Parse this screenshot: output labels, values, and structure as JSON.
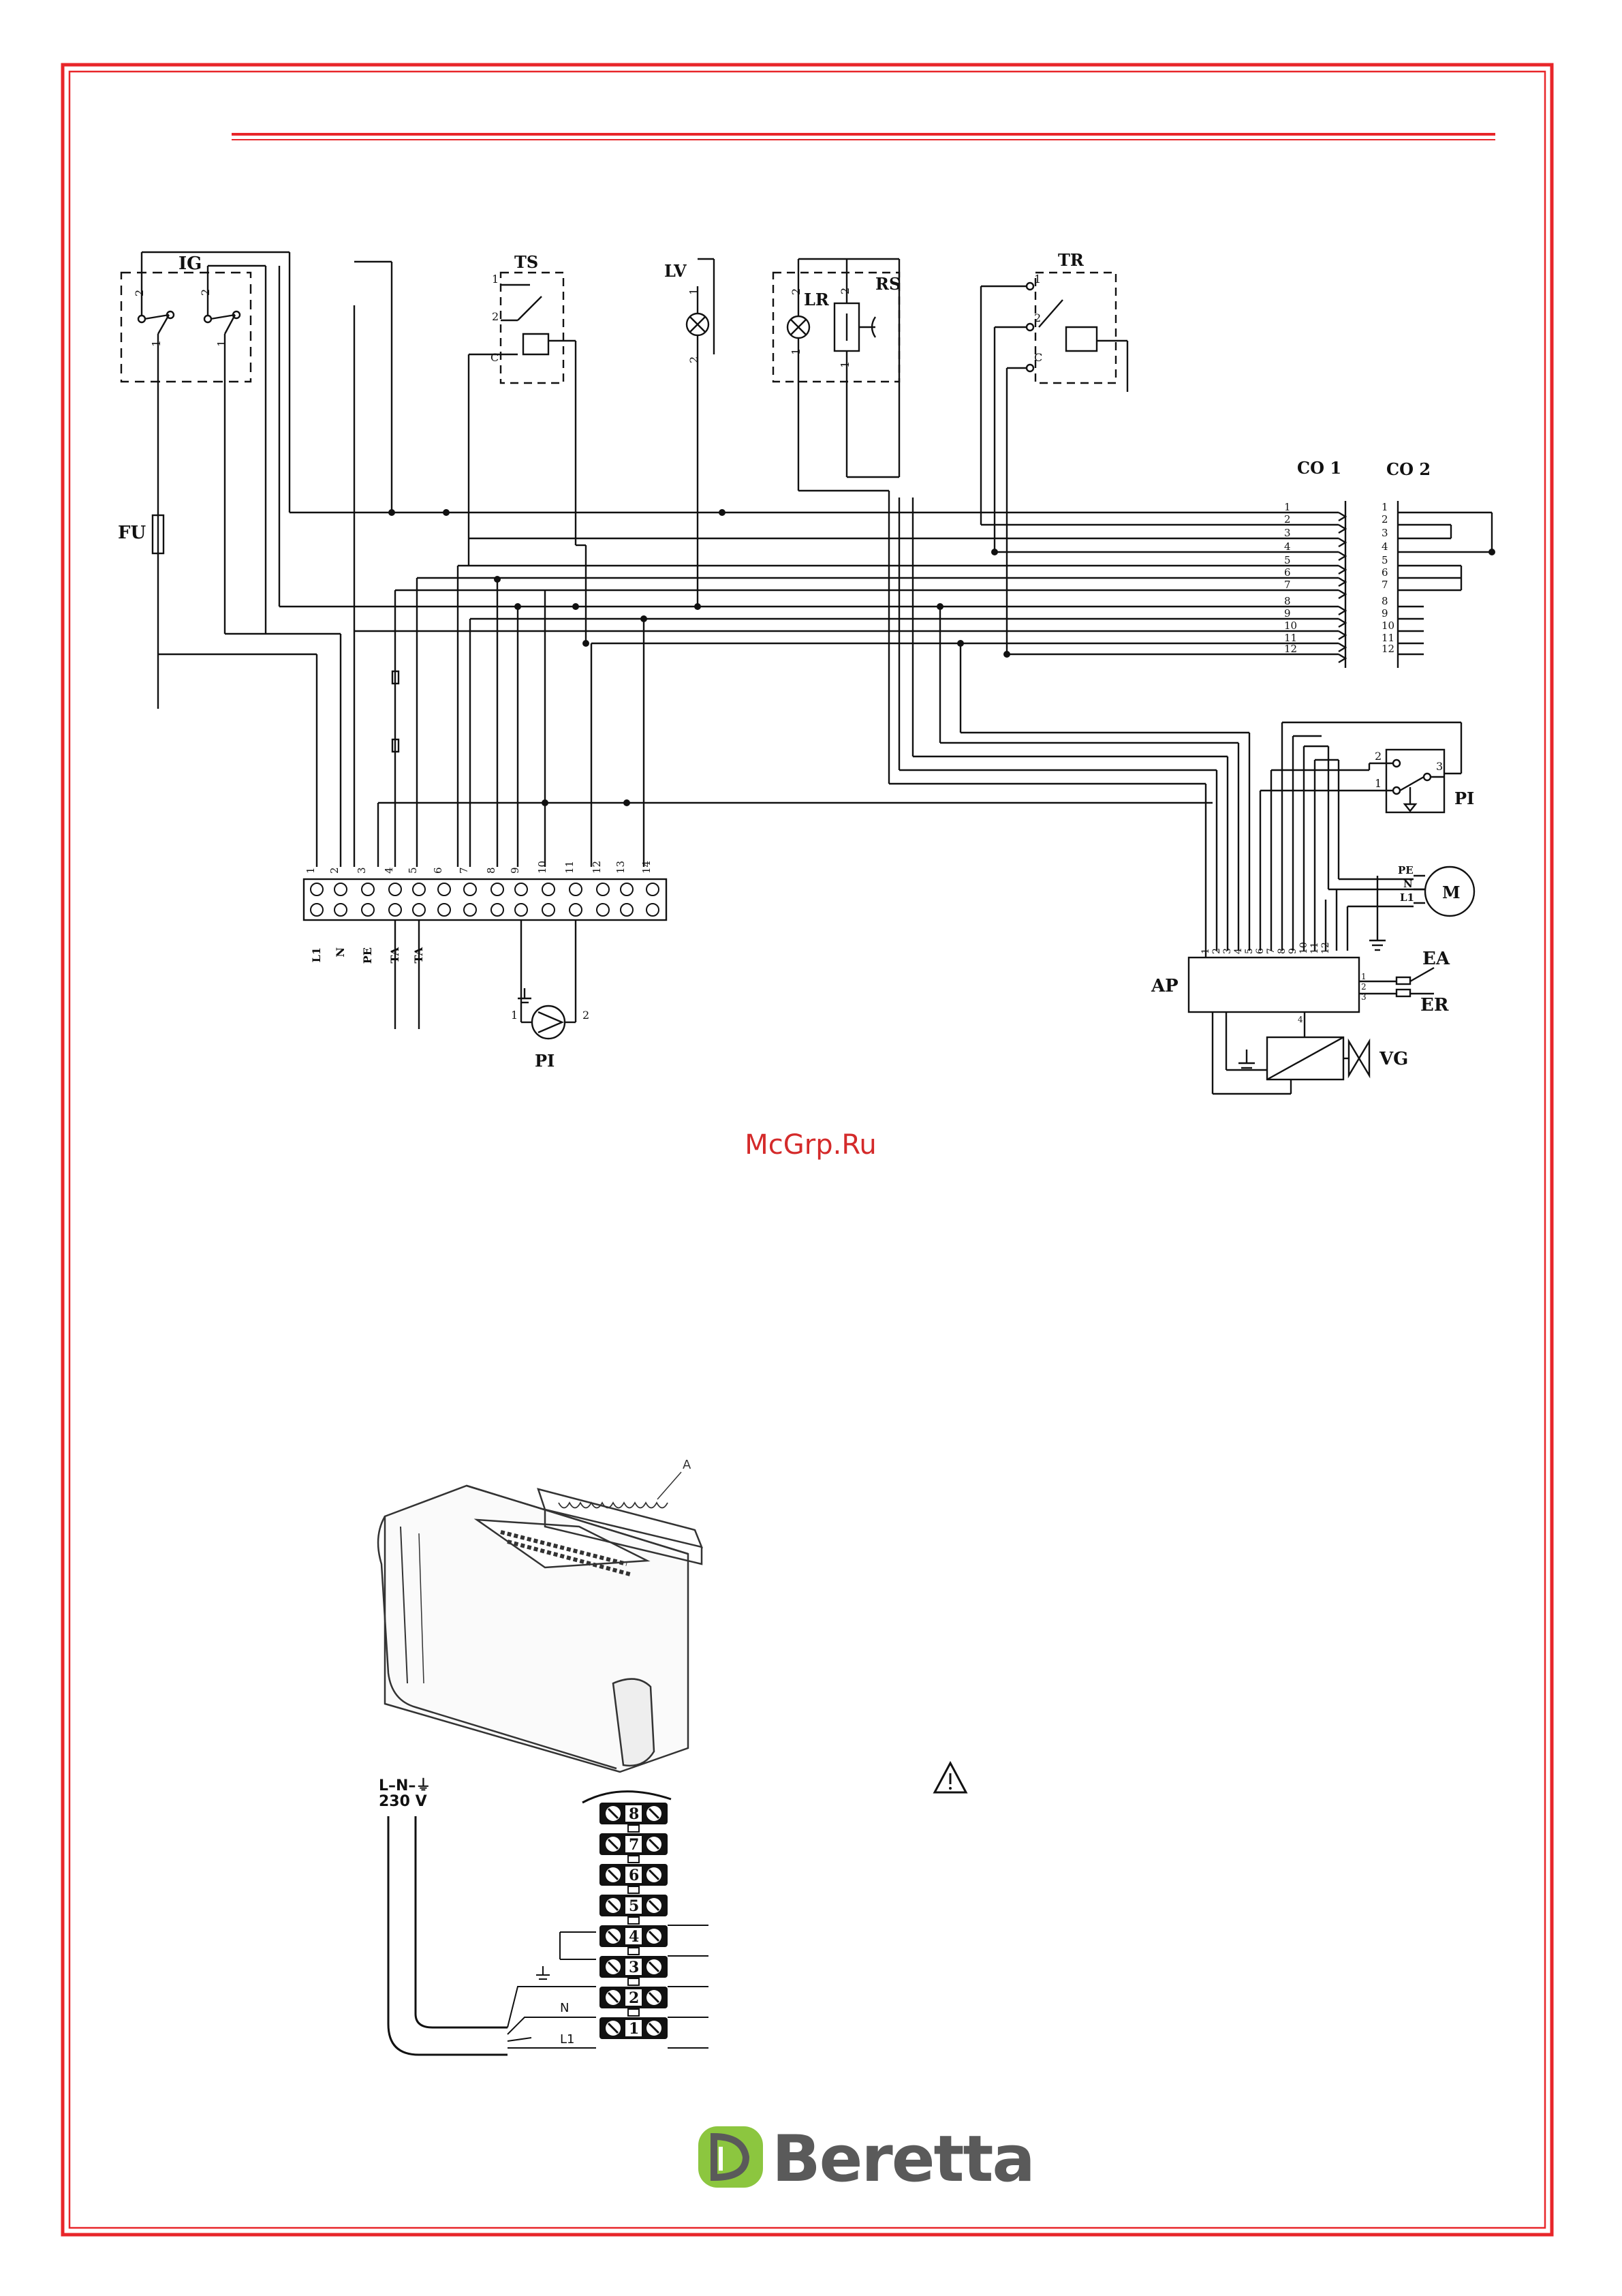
{
  "colors": {
    "frame": "#e8262a",
    "ink": "#111111",
    "watermark": "#d42a2a",
    "logo_green": "#8cc63f",
    "logo_grey": "#5a5a5a"
  },
  "schematic": {
    "components": {
      "ig": "IG",
      "ts": "TS",
      "lv": "LV",
      "lr": "LR",
      "rs": "RS",
      "tr": "TR",
      "fu": "FU",
      "co1": "CO 1",
      "co2": "CO 2",
      "pi_pressostat": "PI",
      "motor": "M",
      "ea": "EA",
      "er": "ER",
      "ap": "AP",
      "vg": "VG",
      "pump": "PI"
    },
    "contact_labels": {
      "one": "1",
      "two": "2",
      "c": "C"
    },
    "co1_pins": [
      "1",
      "2",
      "3",
      "4",
      "5",
      "6",
      "7",
      "8",
      "9",
      "10",
      "11",
      "12"
    ],
    "co2_pins": [
      "1",
      "2",
      "3",
      "4",
      "5",
      "6",
      "7",
      "8",
      "9",
      "10",
      "11",
      "12"
    ],
    "terminal_numbers": [
      "1",
      "2",
      "3",
      "4",
      "5",
      "6",
      "7",
      "8",
      "9",
      "10",
      "11",
      "12",
      "13",
      "14"
    ],
    "terminal_labels": [
      "L1",
      "N",
      "PE",
      "TA",
      "TA"
    ],
    "ap_pins": [
      "1",
      "2",
      "3",
      "4",
      "5",
      "6",
      "7",
      "8",
      "9",
      "10",
      "11",
      "12"
    ],
    "motor_pins": [
      "PE",
      "N",
      "L1"
    ],
    "pump_pins": [
      "1",
      "2"
    ],
    "pressostat_pins": [
      "2",
      "1",
      "3"
    ],
    "ap_side_pins": [
      "1",
      "2",
      "3",
      "4"
    ]
  },
  "watermark": "McGrp.Ru",
  "illustration": {
    "label_a": "A"
  },
  "wiring": {
    "supply": "L–N–⏚",
    "voltage": "230 V",
    "terminal_numbers": [
      "8",
      "7",
      "6",
      "5",
      "4",
      "3",
      "2",
      "1"
    ],
    "wire_n": "N",
    "wire_l1": "L1",
    "ground": "⏚"
  },
  "brand": "Beretta"
}
